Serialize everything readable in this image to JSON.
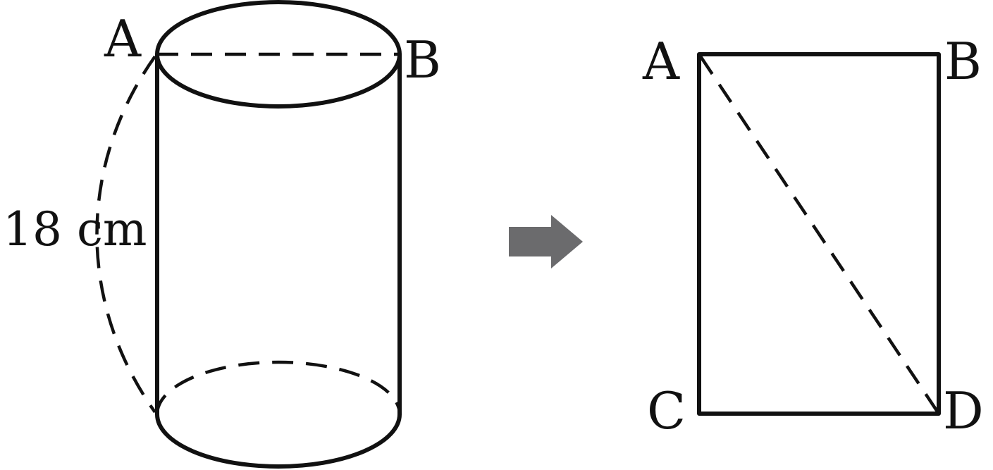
{
  "cylinder": {
    "top_left_label": "A",
    "top_right_label": "B",
    "height_label": "18 cm"
  },
  "unfolded": {
    "top_left_label": "A",
    "top_right_label": "B",
    "bottom_left_label": "C",
    "bottom_right_label": "D"
  },
  "colors": {
    "line": "#111111",
    "arrow": "#6b6b6d",
    "background": "#ffffff"
  }
}
